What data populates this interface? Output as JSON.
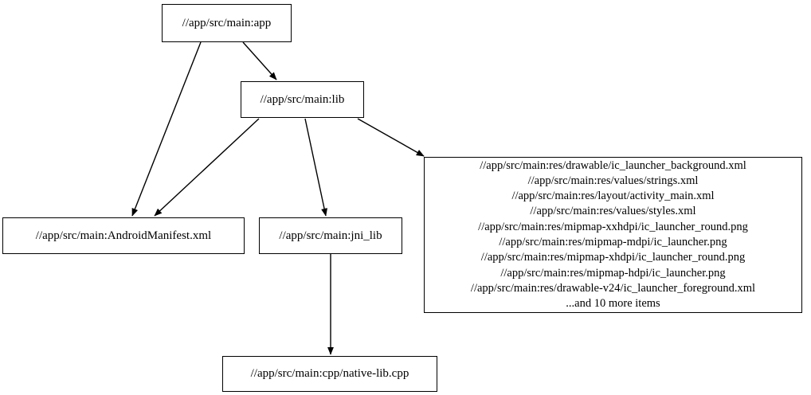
{
  "graph": {
    "type": "directed-dependency-graph",
    "background_color": "#ffffff",
    "node_border_color": "#000000",
    "edge_color": "#000000",
    "text_color": "#000000",
    "nodes": [
      {
        "id": "app",
        "label": "//app/src/main:app"
      },
      {
        "id": "lib",
        "label": "//app/src/main:lib"
      },
      {
        "id": "manifest",
        "label": "//app/src/main:AndroidManifest.xml"
      },
      {
        "id": "jni",
        "label": "//app/src/main:jni_lib"
      },
      {
        "id": "native",
        "label": "//app/src/main:cpp/native-lib.cpp"
      },
      {
        "id": "reslist",
        "lines": [
          "//app/src/main:res/drawable/ic_launcher_background.xml",
          "//app/src/main:res/values/strings.xml",
          "//app/src/main:res/layout/activity_main.xml",
          "//app/src/main:res/values/styles.xml",
          "//app/src/main:res/mipmap-xxhdpi/ic_launcher_round.png",
          "//app/src/main:res/mipmap-mdpi/ic_launcher.png",
          "//app/src/main:res/mipmap-xhdpi/ic_launcher_round.png",
          "//app/src/main:res/mipmap-hdpi/ic_launcher.png",
          "//app/src/main:res/drawable-v24/ic_launcher_foreground.xml",
          "...and 10 more items"
        ]
      }
    ],
    "edges": [
      {
        "from": "app",
        "to": "manifest"
      },
      {
        "from": "app",
        "to": "lib"
      },
      {
        "from": "lib",
        "to": "manifest"
      },
      {
        "from": "lib",
        "to": "jni"
      },
      {
        "from": "lib",
        "to": "reslist"
      },
      {
        "from": "jni",
        "to": "native"
      }
    ]
  }
}
